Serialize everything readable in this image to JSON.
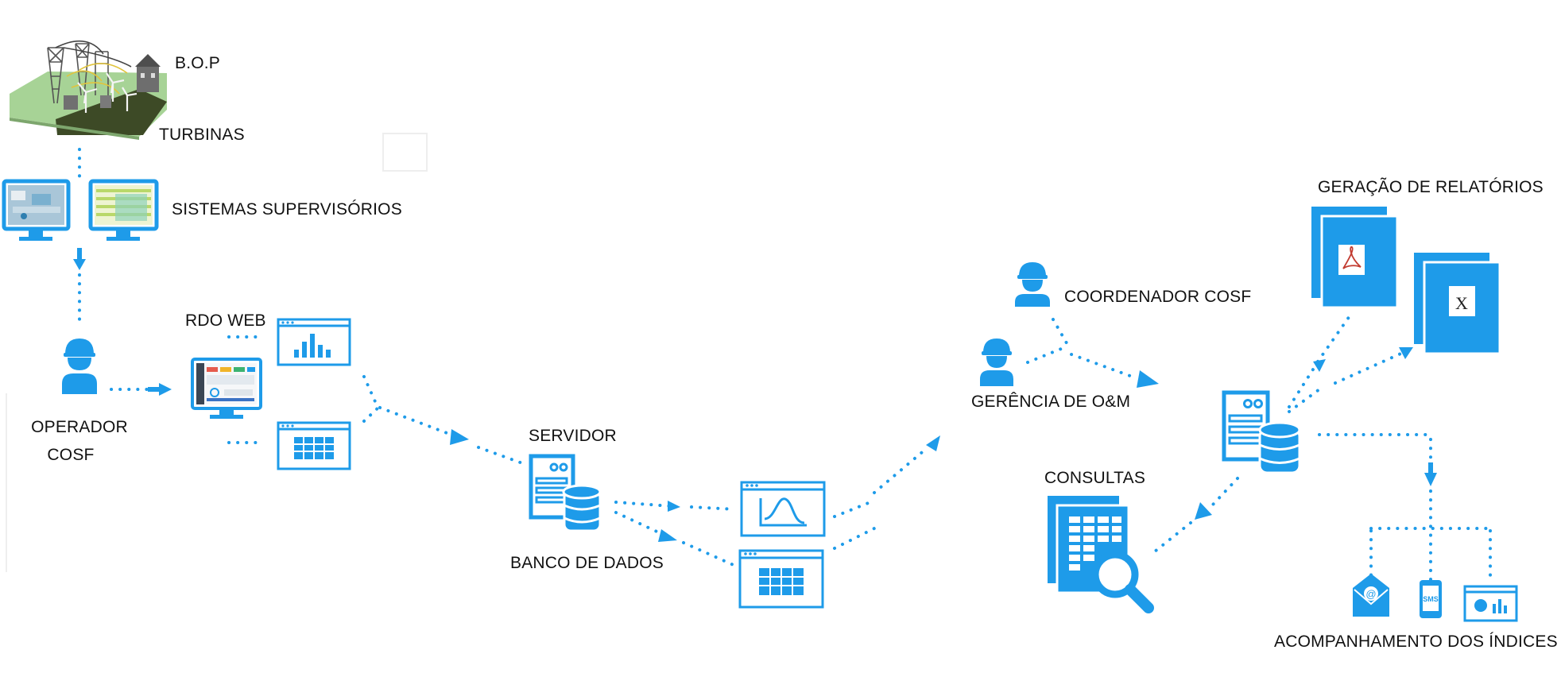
{
  "colors": {
    "accent": "#1e9be9",
    "dark_accent": "#0f7fd0",
    "text": "#111111",
    "ground": "#a7d396",
    "field": "#3d4a26"
  },
  "labels": {
    "bop": "B.O.P",
    "turbinas": "TURBINAS",
    "sistemas": "SISTEMAS SUPERVISÓRIOS",
    "rdo_web": "RDO WEB",
    "operador_line1": "OPERADOR",
    "operador_line2": "COSF",
    "servidor": "SERVIDOR",
    "banco": "BANCO DE DADOS",
    "gerencia": "GERÊNCIA DE O&M",
    "coordenador": "COORDENADOR COSF",
    "consultas": "CONSULTAS",
    "geracao": "GERAÇÃO DE RELATÓRIOS",
    "acompanhamento": "ACOMPANHAMENTO DOS ÍNDICES"
  },
  "icons": {
    "report_pdf": "pdf-document-icon",
    "report_xls": "excel-document-icon",
    "email": "email-icon",
    "sms": "sms-phone-icon",
    "dashboard": "dashboard-icon",
    "search": "search-icon"
  },
  "icon_text": {
    "email_symbol": "@",
    "sms": "SMS",
    "xls_symbol": "X"
  }
}
